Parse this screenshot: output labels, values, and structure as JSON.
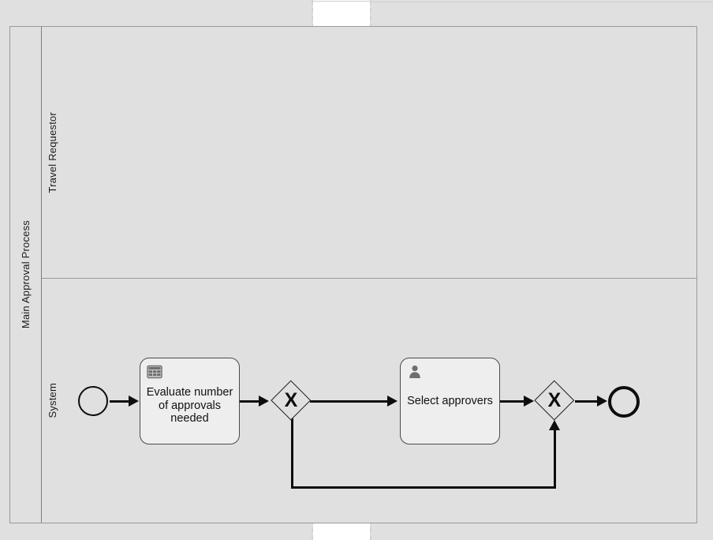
{
  "diagram": {
    "type": "bpmn-process",
    "pool": {
      "label": "Main Approval Process"
    },
    "lanes": [
      {
        "id": "travel-requestor",
        "label": "Travel Requestor"
      },
      {
        "id": "system",
        "label": "System"
      }
    ],
    "nodes": {
      "start_event": {
        "type": "start-event",
        "label": ""
      },
      "task_evaluate": {
        "type": "business-rule-task",
        "label": "Evaluate number\nof approvals\nneeded",
        "icon": "business-rule-table-icon"
      },
      "gateway_1": {
        "type": "exclusive-gateway",
        "marker": "X",
        "label": ""
      },
      "task_select": {
        "type": "user-task",
        "label": "Select approvers",
        "icon": "user-person-icon"
      },
      "gateway_2": {
        "type": "exclusive-gateway",
        "marker": "X",
        "label": ""
      },
      "end_event": {
        "type": "end-event",
        "label": ""
      }
    },
    "flows": [
      {
        "from": "start_event",
        "to": "task_evaluate",
        "label": ""
      },
      {
        "from": "task_evaluate",
        "to": "gateway_1",
        "label": ""
      },
      {
        "from": "gateway_1",
        "to": "task_select",
        "label": ""
      },
      {
        "from": "task_select",
        "to": "gateway_2",
        "label": ""
      },
      {
        "from": "gateway_2",
        "to": "end_event",
        "label": ""
      },
      {
        "from": "gateway_1",
        "to": "gateway_2",
        "label": ""
      }
    ],
    "colors": {
      "canvas_background": "#e0e0e0",
      "pool_fill": "#e0e0e0",
      "pool_border": "#9a9a9a",
      "task_fill": "#eeeeee",
      "task_border": "#4a4a4a",
      "connector": "#0d0d0d",
      "icon_gray": "#6e6e6e",
      "page_break_band": "#ffffff",
      "page_break_edge": "#d2d2d2"
    }
  }
}
